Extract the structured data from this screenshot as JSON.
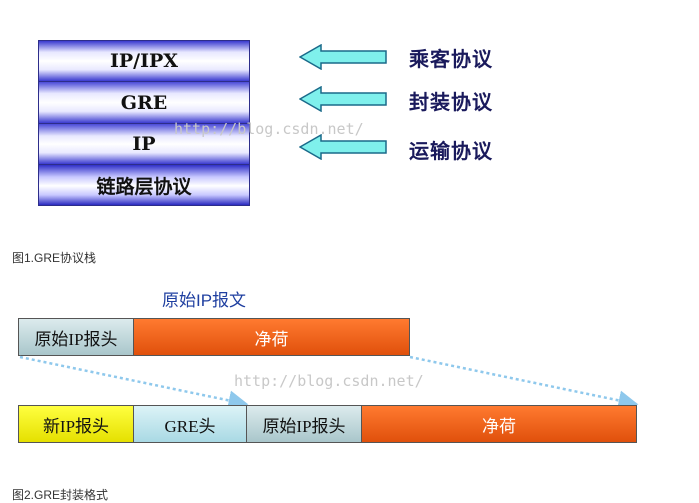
{
  "fig1": {
    "stack": [
      {
        "label": "IP/IPX"
      },
      {
        "label": "GRE"
      },
      {
        "label": "IP"
      },
      {
        "label": "链路层协议"
      }
    ],
    "protocols": [
      {
        "label": "乘客协议"
      },
      {
        "label": "封装协议"
      },
      {
        "label": "运输协议"
      }
    ],
    "caption": "图1.GRE协议栈",
    "watermark": "http://blog.csdn.net/"
  },
  "fig2": {
    "original_title": "原始IP报文",
    "original_packet": {
      "header_label": "原始IP报头",
      "payload_label": "净荷"
    },
    "encapsulated_packet": {
      "new_header_label": "新IP报头",
      "gre_header_label": "GRE头",
      "original_header_label": "原始IP报头",
      "payload_label": "净荷"
    },
    "watermark": "http://blog.csdn.net/",
    "caption": "图2.GRE封装格式"
  },
  "colors": {
    "arrow_fill": "#7ff0ec",
    "arrow_stroke": "#1a6a8a",
    "payload": "#e85a14",
    "new_header": "#f5f020",
    "gre_header": "#c4e8ef",
    "original_header": "#c4dadd",
    "dashed_arrow": "#8ec8ec"
  }
}
